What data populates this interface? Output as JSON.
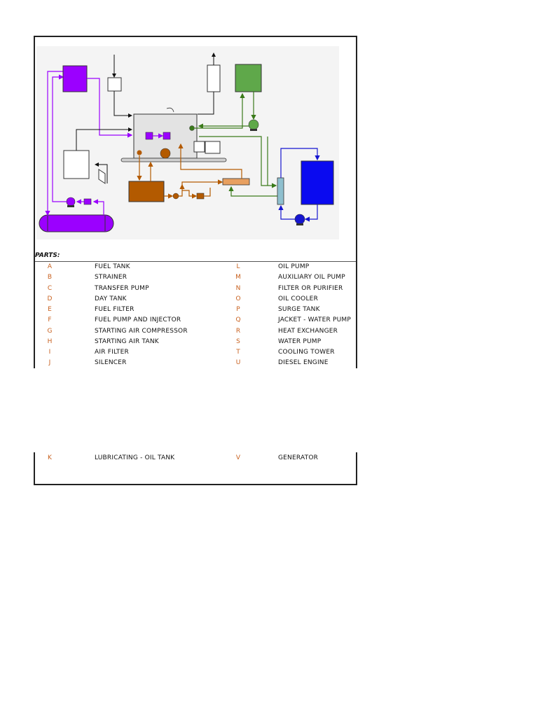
{
  "parts_heading": "PARTS:",
  "parts": [
    {
      "left_letter": "A",
      "left_name": "FUEL TANK",
      "right_letter": "L",
      "right_name": "OIL PUMP"
    },
    {
      "left_letter": "B",
      "left_name": "STRAINER",
      "right_letter": "M",
      "right_name": "AUXILIARY OIL PUMP"
    },
    {
      "left_letter": "C",
      "left_name": "TRANSFER PUMP",
      "right_letter": "N",
      "right_name": "FILTER OR PURIFIER"
    },
    {
      "left_letter": "D",
      "left_name": "DAY TANK",
      "right_letter": "O",
      "right_name": "OIL COOLER"
    },
    {
      "left_letter": "E",
      "left_name": "FUEL FILTER",
      "right_letter": "P",
      "right_name": "SURGE TANK"
    },
    {
      "left_letter": "F",
      "left_name": "FUEL PUMP AND INJECTOR",
      "right_letter": "Q",
      "right_name": "JACKET - WATER PUMP"
    },
    {
      "left_letter": "G",
      "left_name": "STARTING AIR COMPRESSOR",
      "right_letter": "R",
      "right_name": "HEAT EXCHANGER"
    },
    {
      "left_letter": "H",
      "left_name": "STARTING AIR TANK",
      "right_letter": "S",
      "right_name": "WATER PUMP"
    },
    {
      "left_letter": "I",
      "left_name": "AIR FILTER",
      "right_letter": "T",
      "right_name": "COOLING TOWER"
    },
    {
      "left_letter": "J",
      "left_name": "SILENCER",
      "right_letter": "U",
      "right_name": "DIESEL ENGINE"
    },
    {
      "left_letter": "K",
      "left_name": "LUBRICATING - OIL TANK",
      "right_letter": "V",
      "right_name": "GENERATOR"
    }
  ],
  "colors": {
    "fuel": "#9b00ff",
    "lube_oil": "#b35a00",
    "jacket_water": "#3a7a1a",
    "cooling_water": "#1515d0",
    "air": "#111111",
    "letter": "#c8601e"
  }
}
